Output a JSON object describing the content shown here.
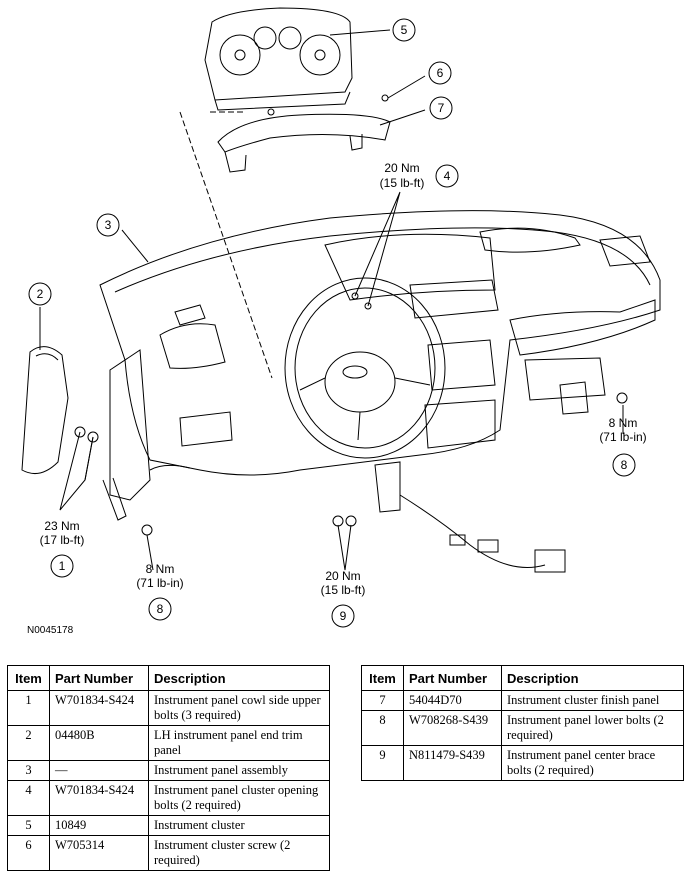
{
  "diagram": {
    "figure_id": "N0045178",
    "callouts": [
      {
        "num": "1",
        "torque": [
          "23 Nm",
          "(17 lb-ft)"
        ]
      },
      {
        "num": "2"
      },
      {
        "num": "3"
      },
      {
        "num": "4",
        "torque": [
          "20 Nm",
          "(15 lb-ft)"
        ]
      },
      {
        "num": "5"
      },
      {
        "num": "6"
      },
      {
        "num": "7"
      },
      {
        "num": "8",
        "torque": [
          "8 Nm",
          "(71 lb-in)"
        ]
      },
      {
        "num": "8",
        "torque": [
          "8 Nm",
          "(71 lb-in)"
        ]
      },
      {
        "num": "9",
        "torque": [
          "20 Nm",
          "(15 lb-ft)"
        ]
      }
    ]
  },
  "parts_table": {
    "headers": [
      "Item",
      "Part Number",
      "Description"
    ],
    "left": [
      {
        "item": "1",
        "part": "W701834-S424",
        "desc": "Instrument panel cowl side upper bolts (3 required)"
      },
      {
        "item": "2",
        "part": "04480B",
        "desc": "LH instrument panel end trim panel"
      },
      {
        "item": "3",
        "part": "—",
        "desc": "Instrument panel assembly"
      },
      {
        "item": "4",
        "part": "W701834-S424",
        "desc": "Instrument panel cluster opening bolts (2 required)"
      },
      {
        "item": "5",
        "part": "10849",
        "desc": "Instrument cluster"
      },
      {
        "item": "6",
        "part": "W705314",
        "desc": "Instrument cluster screw (2 required)"
      }
    ],
    "right": [
      {
        "item": "7",
        "part": "54044D70",
        "desc": "Instrument cluster finish panel"
      },
      {
        "item": "8",
        "part": "W708268-S439",
        "desc": "Instrument panel lower bolts (2 required)"
      },
      {
        "item": "9",
        "part": "N811479-S439",
        "desc": "Instrument panel center brace bolts (2 required)"
      }
    ]
  }
}
